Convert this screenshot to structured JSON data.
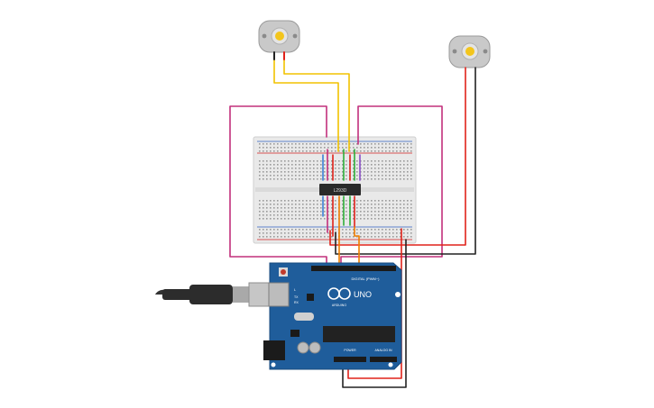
{
  "circuit": {
    "chip_label": "L293D",
    "arduino": {
      "brand": "ARDUINO",
      "model": "UNO",
      "digital_header": "DIGITAL (PWM~)",
      "power_header": "POWER",
      "analog_header": "ANALOG IN",
      "tx_label": "TX",
      "rx_label": "RX",
      "l_label": "L"
    }
  },
  "colors": {
    "wire_magenta": "#c2307c",
    "wire_yellow": "#f2c200",
    "wire_red": "#e0221a",
    "wire_black": "#222222",
    "wire_orange": "#ef7d00",
    "wire_green": "#2fae3a",
    "wire_blue": "#3b7fd6",
    "wire_purple": "#8a4fc8",
    "arduino_blue": "#1f5d9b",
    "breadboard": "#ececec"
  }
}
